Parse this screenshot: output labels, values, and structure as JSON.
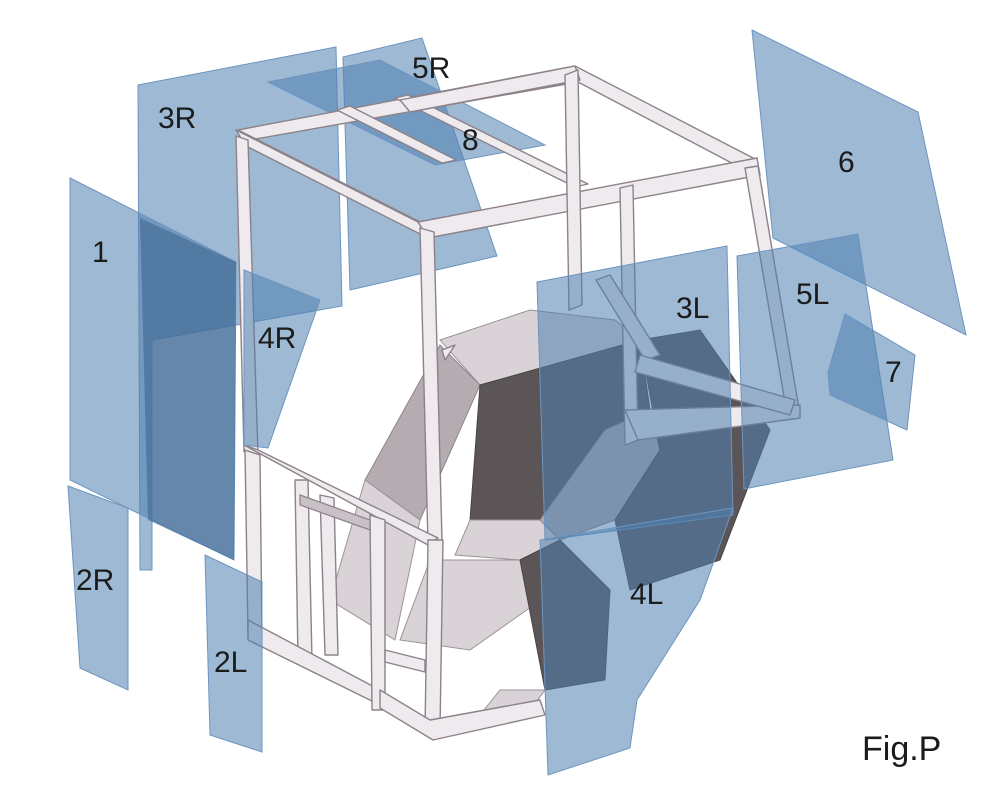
{
  "figure": {
    "caption": "Fig.P"
  },
  "panels": [
    {
      "id": "1",
      "label": "1"
    },
    {
      "id": "2R",
      "label": "2R"
    },
    {
      "id": "2L",
      "label": "2L"
    },
    {
      "id": "3R",
      "label": "3R"
    },
    {
      "id": "3L",
      "label": "3L"
    },
    {
      "id": "4R",
      "label": "4R"
    },
    {
      "id": "4L",
      "label": "4L"
    },
    {
      "id": "5R",
      "label": "5R"
    },
    {
      "id": "5L",
      "label": "5L"
    },
    {
      "id": "6",
      "label": "6"
    },
    {
      "id": "7",
      "label": "7"
    },
    {
      "id": "8",
      "label": "8"
    }
  ],
  "colors": {
    "glass": "#4f7fae",
    "frame": "#eeeaed",
    "seat_dark": "#5b5558"
  }
}
